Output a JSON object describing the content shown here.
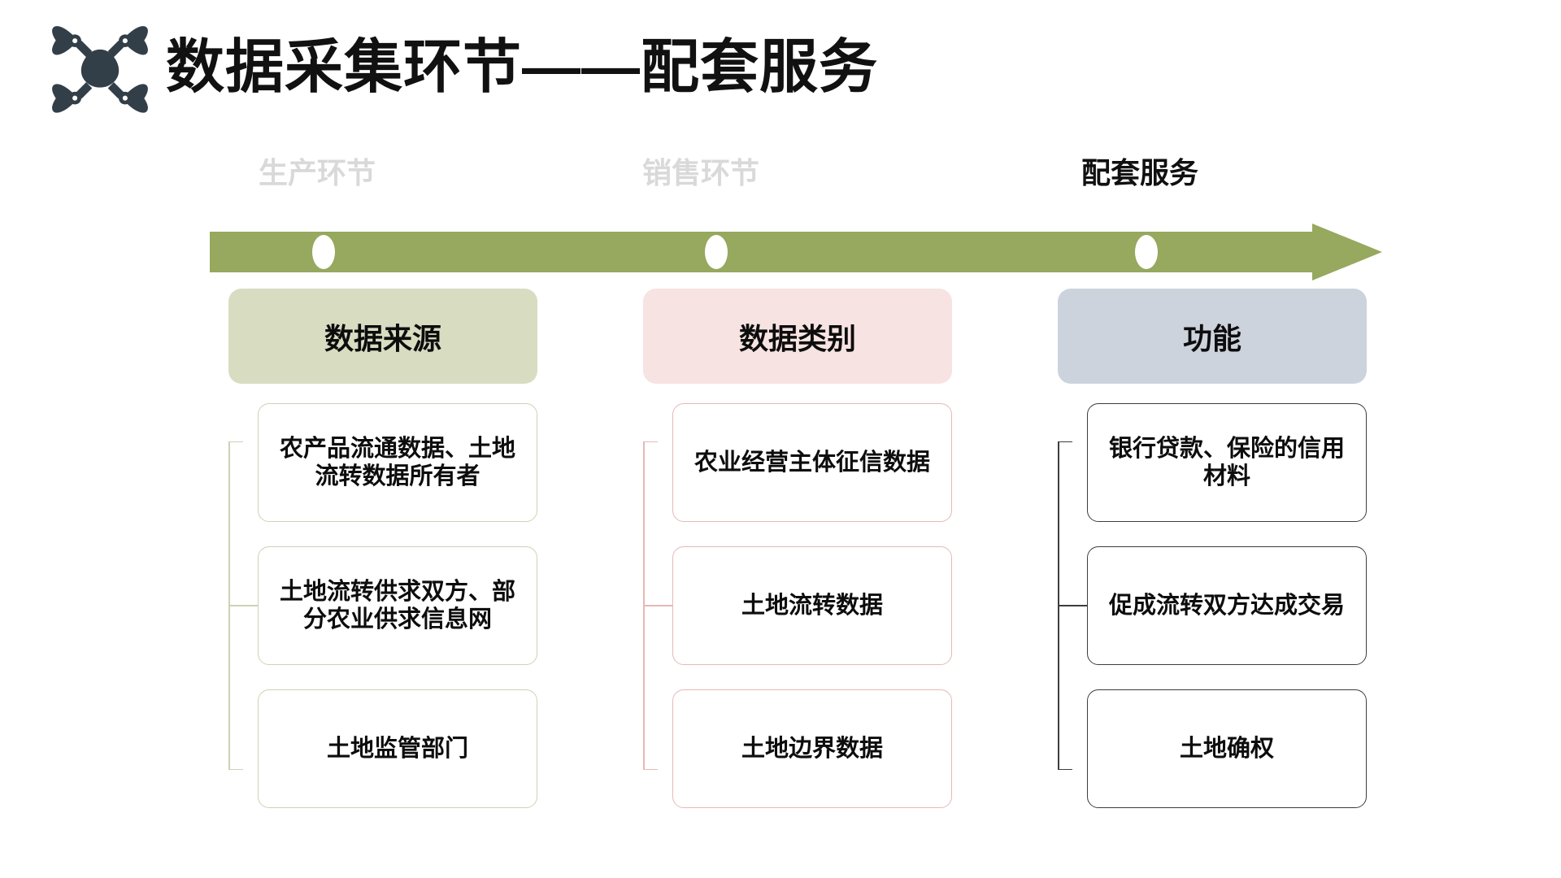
{
  "header": {
    "icon": "drone-icon",
    "title": "数据采集环节——配套服务",
    "icon_color": "#333f48"
  },
  "timeline": {
    "arrow_color": "#97a85f",
    "marker_color": "#ffffff",
    "muted_color": "#d9d9d9",
    "active_color": "#101010",
    "stages": [
      {
        "label": "生产环节",
        "state": "inactive"
      },
      {
        "label": "销售环节",
        "state": "inactive"
      },
      {
        "label": "配套服务",
        "state": "active"
      }
    ]
  },
  "columns": [
    {
      "header": "数据来源",
      "header_bg": "#d8dcc1",
      "border_color": "#cdd2b4",
      "cards": [
        {
          "text": "农产品流通数据、土地流转数据所有者"
        },
        {
          "text": "土地流转供求双方、部分农业供求信息网"
        },
        {
          "text": "土地监管部门"
        }
      ]
    },
    {
      "header": "数据类别",
      "header_bg": "#f7e3e2",
      "border_color": "#e6b9b7",
      "cards": [
        {
          "text": "农业经营主体征信数据"
        },
        {
          "text": "土地流转数据"
        },
        {
          "text": "土地边界数据"
        }
      ]
    },
    {
      "header": "功能",
      "header_bg": "#cdd3dc",
      "border_color": "#3d3d3d",
      "cards": [
        {
          "text": "银行贷款、保险的信用材料"
        },
        {
          "text": "促成流转双方达成交易"
        },
        {
          "text": "土地确权"
        }
      ]
    }
  ]
}
